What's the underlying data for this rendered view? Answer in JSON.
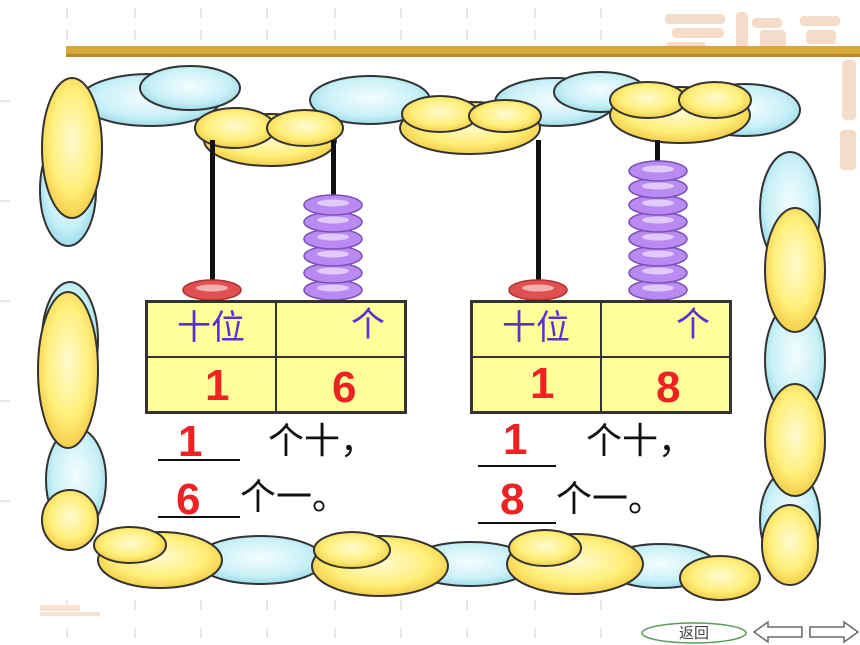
{
  "left_block": {
    "tens_label": "十位",
    "ones_label": "个",
    "tens_value": "1",
    "ones_value": "6",
    "line1_answer": "1",
    "line1_text": "个十，",
    "line2_answer": "6",
    "line2_text": "个一。",
    "tens_beads": 1,
    "ones_beads": 6
  },
  "right_block": {
    "tens_label": "十位",
    "ones_label": "个",
    "tens_value": "1",
    "ones_value": "8",
    "line1_answer": "1",
    "line1_text": "个十，",
    "line2_answer": "8",
    "line2_text": "个一。",
    "tens_beads": 1,
    "ones_beads": 8
  },
  "nav": {
    "back_label": "返回"
  },
  "colors": {
    "table_fill": "#ffff99",
    "label_text": "#5a2fd6",
    "digit_red": "#ee2222",
    "bead_purple": "#b98af2",
    "bead_red": "#e05050",
    "cloud_yellow": "#fff07a",
    "cloud_blue": "#c9f1f7",
    "top_bar": "#d8a838"
  }
}
